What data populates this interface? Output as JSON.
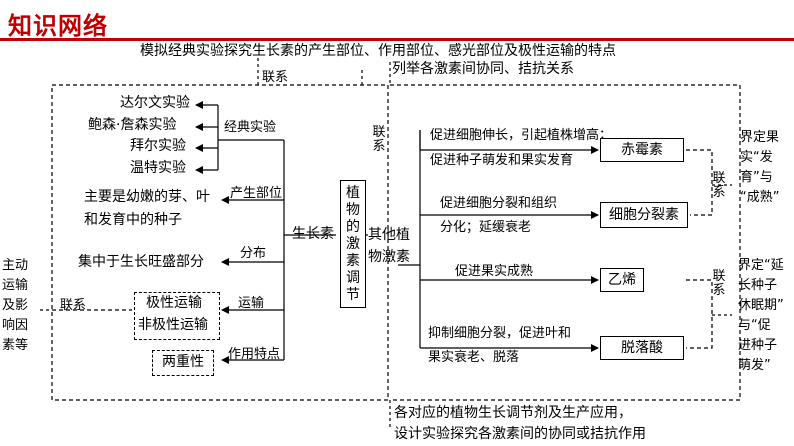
{
  "header": {
    "title": "知识网络"
  },
  "top_notes": {
    "line1": "模拟经典实验探究生长素的产生部位、作用部位、感光部位及极性运输的特点",
    "line2": "列举各激素间协同、拮抗关系"
  },
  "left": {
    "top_link": "联系",
    "experiments": [
      "达尔文实验",
      "鲍森·詹森实验",
      "拜尔实验",
      "温特实验"
    ],
    "exp_label": "经典实验",
    "production_text_1": "主要是幼嫩的芽、叶",
    "production_text_2": "和发育中的种子",
    "production_label": "产生部位",
    "distribution_text": "集中于生长旺盛部分",
    "distribution_label": "分布",
    "transport_label": "运输",
    "transport_items": [
      "极性运输",
      "非极性运输"
    ],
    "transport_link": "联系",
    "effect_label": "作用特点",
    "dual": "两重性",
    "auxin": "生长素"
  },
  "center": {
    "title_chars": [
      "植",
      "物",
      "的",
      "激",
      "素",
      "调",
      "节"
    ],
    "other_1": "其他植",
    "other_2": "物激素",
    "link_chars": [
      "联",
      "系"
    ]
  },
  "hormones": [
    {
      "name": "赤霉素",
      "line1": "促进细胞伸长，引起植株增高；",
      "line2": "促进种子萌发和果实发育"
    },
    {
      "name": "细胞分裂素",
      "line1": "促进细胞分裂和组织",
      "line2": "分化；延缓衰老"
    },
    {
      "name": "乙烯",
      "line1": "促进果实成熟",
      "line2": ""
    },
    {
      "name": "脱落酸",
      "line1": "抑制细胞分裂，促进叶和",
      "line2": "果实衰老、脱落"
    }
  ],
  "right": {
    "link_a": [
      "联",
      "系"
    ],
    "link_b": [
      "联",
      "系"
    ],
    "note1": [
      "界定果",
      "实“发",
      "育”与",
      "“成熟”"
    ],
    "note2": [
      "界定“延",
      "长种子",
      "休眠期”",
      "与“促",
      "进种子",
      "萌发”"
    ]
  },
  "far_left": [
    "主动",
    "运输",
    "及影",
    "响因",
    "素等"
  ],
  "bottom_notes": {
    "line1": "各对应的植物生长调节剂及生产应用，",
    "line2": "设计实验探究各激素间的协同或拮抗作用"
  }
}
